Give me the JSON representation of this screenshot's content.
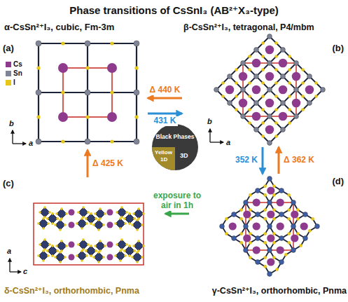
{
  "diagram": {
    "title": "Phase transitions of CsSnI₃ (AB²⁺X₃-type)",
    "nodes": [
      {
        "text": [
          "α-CsSn²⁺I₃, cubic, Fm-3m",
          "(a)"
        ]
      },
      {
        "text": [
          "β-CsSn²⁺I₃, tetragonal, P4/mbm",
          "(b)"
        ]
      },
      {
        "text": [
          "Black Phases",
          "Yellow",
          "1D",
          "3D"
        ]
      },
      {
        "text": [
          "δ-CsSn²⁺I₃, orthorhombic, Pnma",
          "(c)"
        ]
      },
      {
        "text": [
          "γ-CsSn²⁺I₃, orthorhombic, Pnma",
          "(d)"
        ]
      }
    ],
    "edges": [
      {
        "from": 1,
        "to": 0,
        "arrow": "to",
        "label": "Δ 440 K"
      },
      {
        "from": 0,
        "to": 1,
        "arrow": "to",
        "label": "431 K"
      },
      {
        "from": 1,
        "to": 4,
        "arrow": "to",
        "label": "352 K"
      },
      {
        "from": 4,
        "to": 1,
        "arrow": "to",
        "label": "Δ 362 K"
      },
      {
        "from": 3,
        "to": 0,
        "arrow": "to",
        "label": "Δ 425 K"
      },
      {
        "from": 4,
        "to": 3,
        "arrow": "to",
        "label": "exposure to air in 1h"
      }
    ],
    "labels": [
      "b",
      "a",
      "b",
      "a",
      "a",
      "c"
    ],
    "legend": [
      {
        "text": "Cs",
        "color": "#8e3b8e"
      },
      {
        "text": "Sn",
        "color": "#7f8597"
      },
      {
        "text": "I",
        "color": "#e6c619"
      }
    ]
  }
}
